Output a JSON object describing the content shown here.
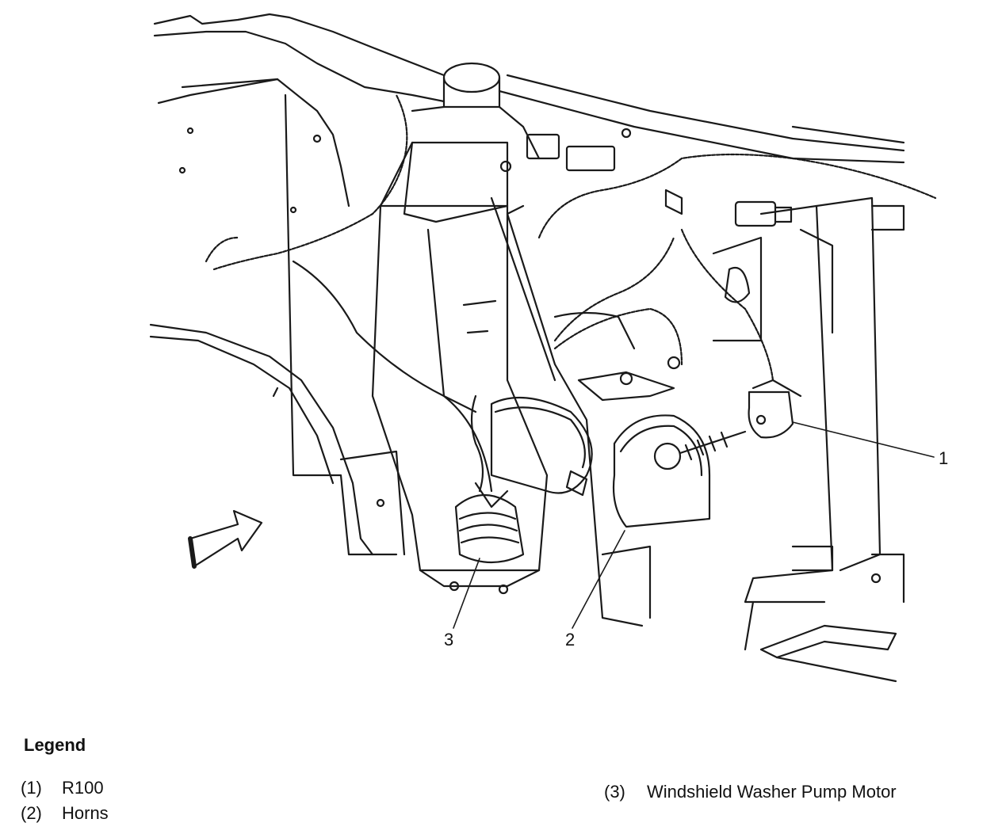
{
  "callouts": {
    "c1": "1",
    "c2": "2",
    "c3": "3"
  },
  "legend": {
    "title": "Legend",
    "items": [
      {
        "num": "(1)",
        "label": "R100"
      },
      {
        "num": "(2)",
        "label": "Horns"
      },
      {
        "num": "(3)",
        "label": "Windshield Washer Pump Motor"
      }
    ]
  }
}
